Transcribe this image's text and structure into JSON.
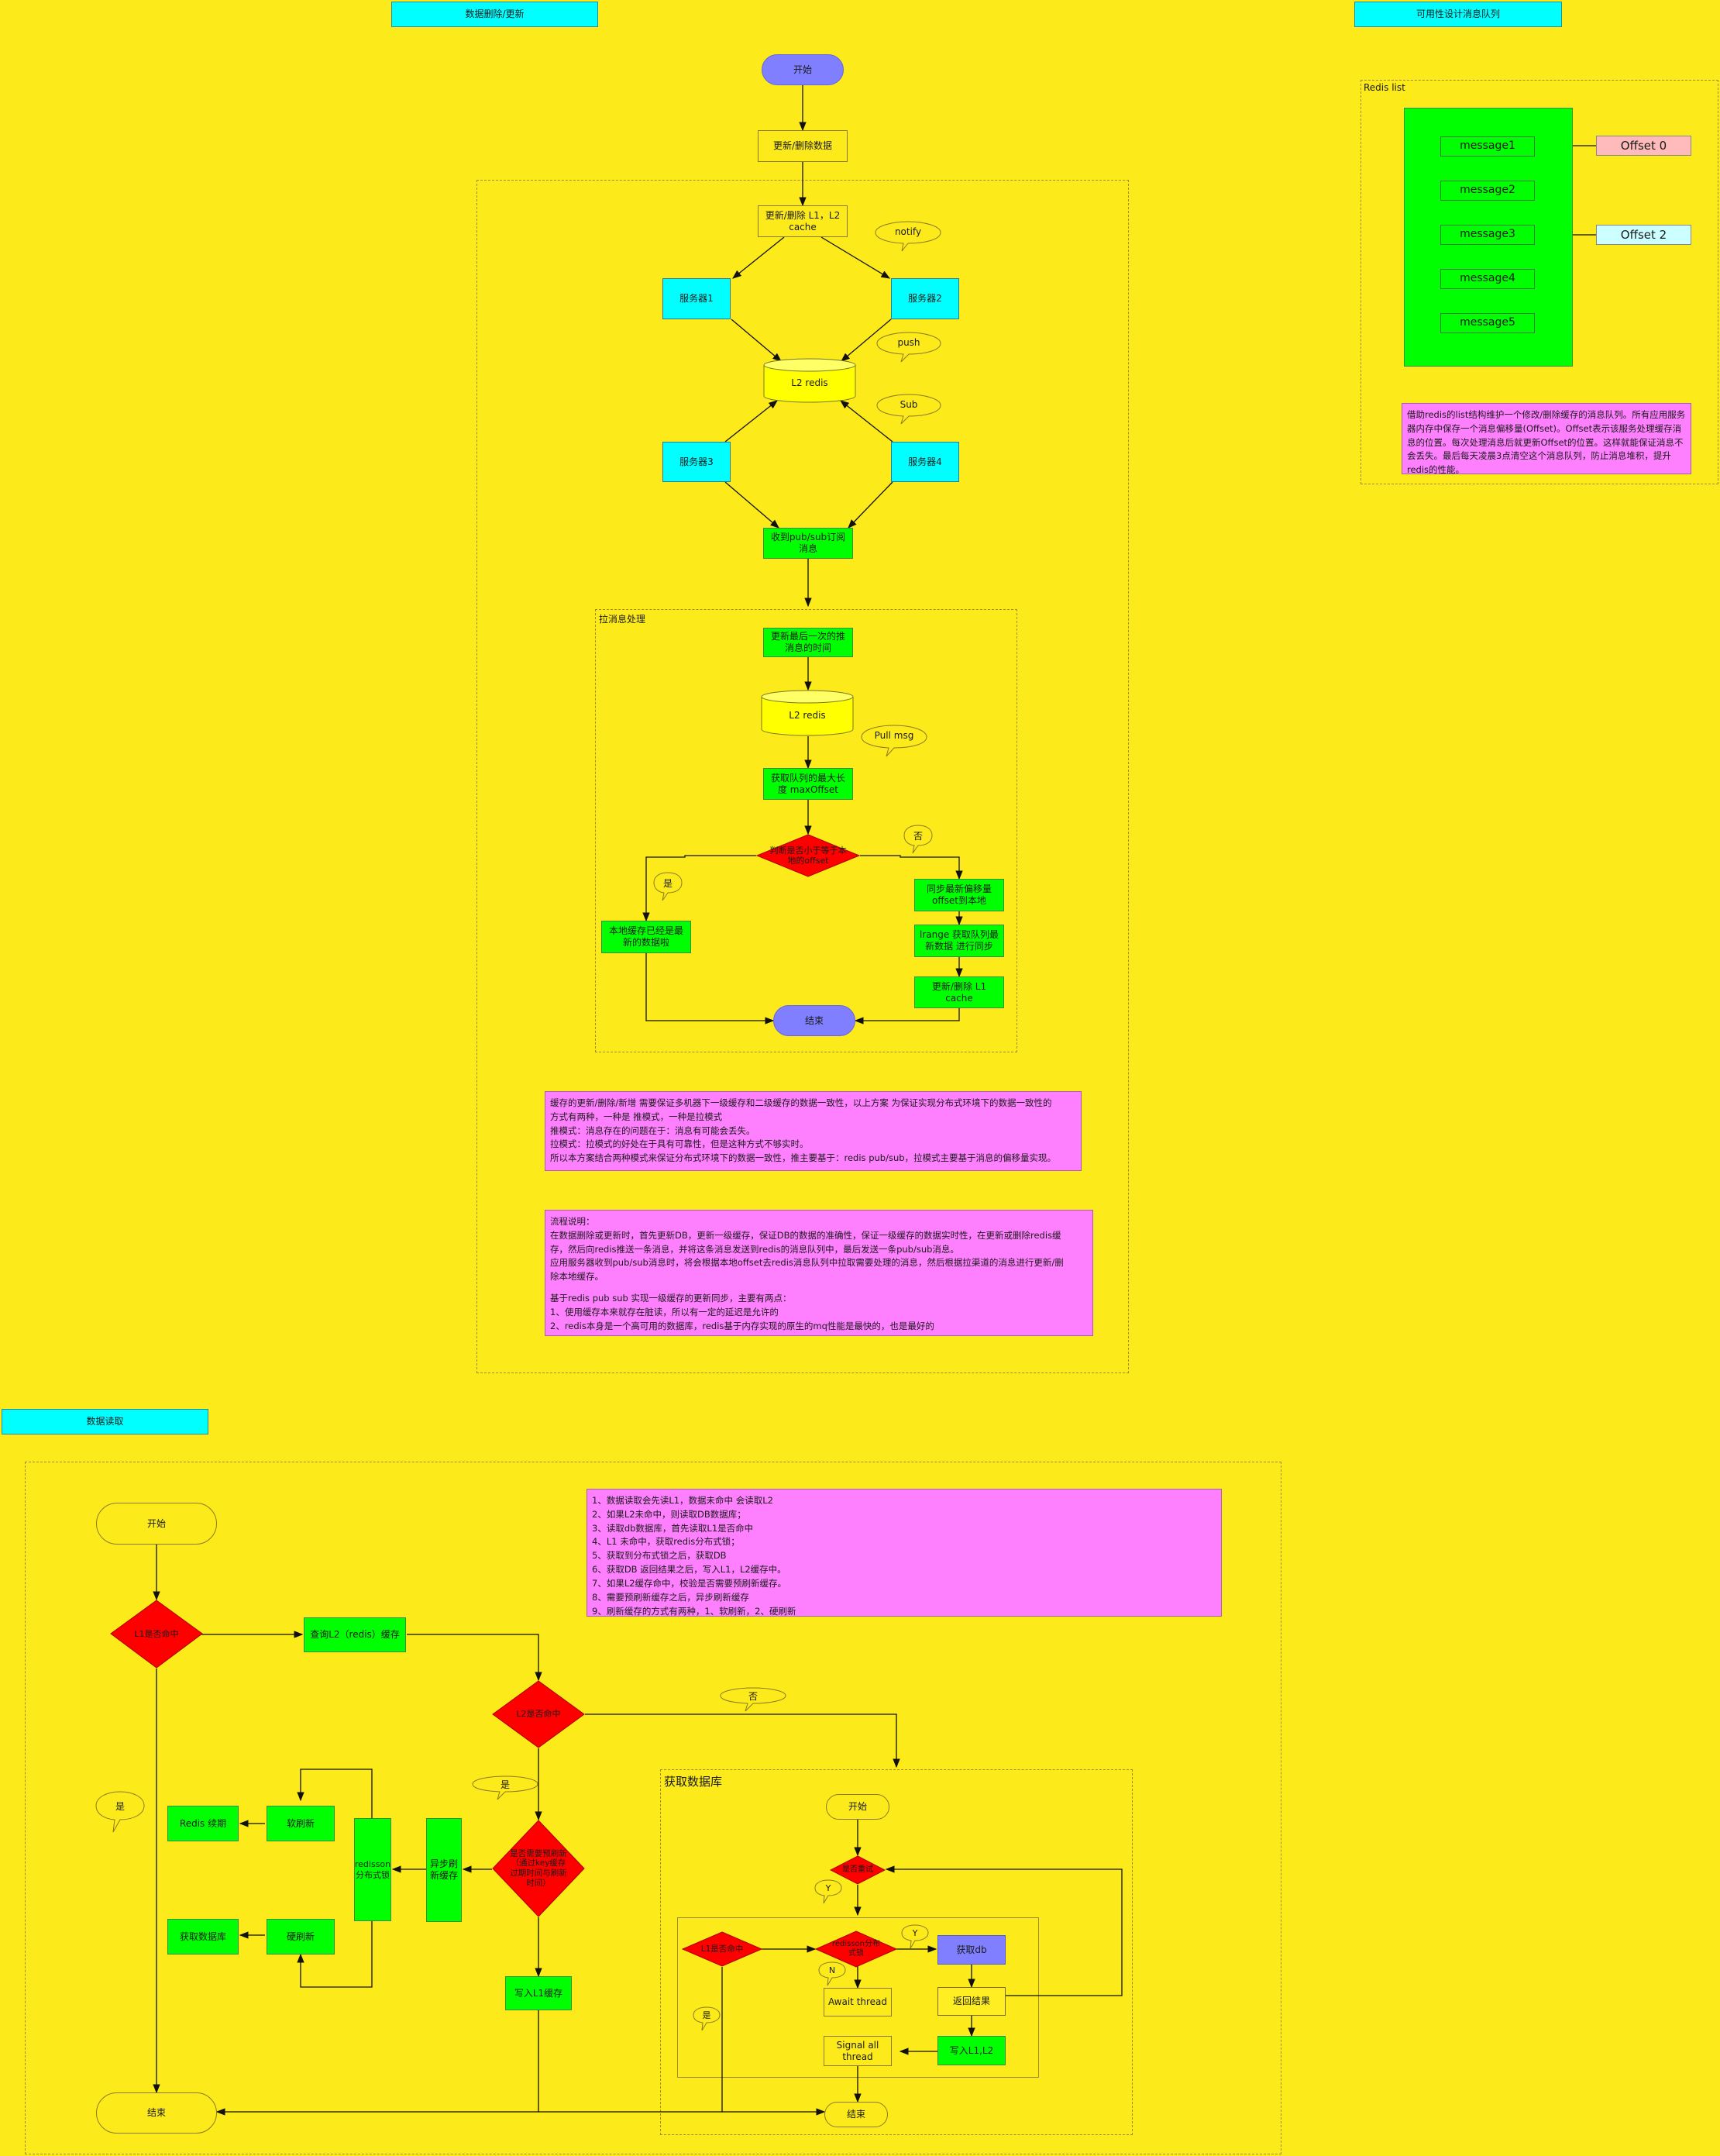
{
  "colors": {
    "background": "#fdea1a",
    "cyan": "#00ffff",
    "green": "#00ff00",
    "red": "#ff0000",
    "purple": "#7f7fff",
    "pink": "#ff80ff",
    "offset0": "#ffbbbb",
    "offset2": "#ccffff"
  },
  "icons": {
    "start_end": "terminator-shape",
    "decision": "diamond-shape",
    "database": "cylinder-shape",
    "note": "speech-bubble-shape"
  },
  "update": {
    "title": "数据删除/更新",
    "start": "开始",
    "update_data": "更新/删除数据",
    "update_cache": "更新/删除 L1，L2 cache",
    "notify": "notify",
    "server1": "服务器1",
    "server2": "服务器2",
    "push": "push",
    "redis1": "L2 redis",
    "sub": "Sub",
    "server3": "服务器3",
    "server4": "服务器4",
    "receive": "收到pub/sub订阅消息",
    "pull_group": "拉消息处理",
    "update_time": "更新最后一次的推消息的时间",
    "redis2": "L2 redis",
    "pull_msg": "Pull msg",
    "max_offset": "获取队列的最大长度 maxOffset",
    "decision": "判断是否小于等于本地的offset",
    "no": "否",
    "yes": "是",
    "sync_offset": "同步最新偏移量offset到本地",
    "latest": "本地缓存已经是最新的数据啦",
    "lrange": "lrange 获取队列最新数据 进行同步",
    "update_l1": "更新/删除 L1 cache",
    "end": "结束",
    "note1": [
      "缓存的更新/删除/新增 需要保证多机器下一级缓存和二级缓存的数据一致性，以上方案 为保证实现分布式环境下的数据一致性的",
      "方式有两种，一种是 推模式，一种是拉模式",
      "推模式：消息存在的问题在于：消息有可能会丢失。",
      "拉模式：拉模式的好处在于具有可靠性，但是这种方式不够实时。",
      "所以本方案结合两种模式来保证分布式环境下的数据一致性，推主要基于：redis pub/sub，拉模式主要基于消息的偏移量实现。"
    ],
    "note2": [
      "流程说明：",
      "在数据删除或更新时，首先更新DB，更新一级缓存，保证DB的数据的准确性，保证一级缓存的数据实时性，在更新或删除redis缓",
      "存，然后向redis推送一条消息，并将这条消息发送到redis的消息队列中，最后发送一条pub/sub消息。",
      "应用服务器收到pub/sub消息时，将会根据本地offset去redis消息队列中拉取需要处理的消息，然后根据拉渠道的消息进行更新/删",
      "除本地缓存。",
      "",
      "基于redis pub sub 实现一级缓存的更新同步，主要有两点：",
      "1、使用缓存本来就存在脏读，所以有一定的延迟是允许的",
      "2、redis本身是一个高可用的数据库，redis基于内存实现的原生的mq性能是最快的，也是最好的"
    ]
  },
  "queue": {
    "title": "可用性设计消息队列",
    "frame_label": "Redis list",
    "messages": [
      "message1",
      "message2",
      "message3",
      "message4",
      "message5"
    ],
    "offset0": "Offset 0",
    "offset2": "Offset 2",
    "note": "借助redis的list结构维护一个修改/删除缓存的消息队列。所有应用服务器内存中保存一个消息偏移量(Offset)。Offset表示该服务处理缓存消息的位置。每次处理消息后就更新Offset的位置。这样就能保证消息不会丢失。最后每天凌晨3点清空这个消息队列，防止消息堆积，提升redis的性能。"
  },
  "read": {
    "title": "数据读取",
    "start": "开始",
    "l1_hit": "L1是否命中",
    "query_l2": "查询L2（redis）缓存",
    "l2_hit": "L2是否命中",
    "no": "否",
    "yes1": "是",
    "yes2": "是",
    "need_refresh": "是否需要预刷新（通过key缓存过期时间与刷新时间）",
    "async_refresh": "异步刷新缓存",
    "redisson_lock": "redisson分布式锁",
    "soft_refresh": "软刷新",
    "redis_expire": "Redis 续期",
    "hard_refresh": "硬刷新",
    "fetch_db": "获取数据库",
    "write_l1": "写入L1缓存",
    "end": "结束",
    "note": [
      "1、数据读取会先读L1，数据未命中 会读取L2",
      "2、如果L2未命中，则读取DB数据库；",
      "3、读取db数据库，首先读取L1是否命中",
      "4、L1 未命中，获取redis分布式锁；",
      "5、获取到分布式锁之后，获取DB",
      "6、获取DB 返回结果之后，写入L1，L2缓存中。",
      "7、如果L2缓存命中，校验是否需要预刷新缓存。",
      "8、需要预刷新缓存之后，异步刷新缓存",
      "9、刷新缓存的方式有两种，1、软刷新，2、硬刷新"
    ],
    "db": {
      "title": "获取数据库",
      "start": "开始",
      "is_retry": "是否重试",
      "y1": "Y",
      "l1_hit": "L1是否命中",
      "lock": "redisson分布式锁",
      "y2": "Y",
      "n": "N",
      "yes": "是",
      "fetch": "获取db",
      "await": "Await thread",
      "result": "返回结果",
      "signal": "Signal all thread",
      "write": "写入L1,L2",
      "end": "结束"
    }
  }
}
